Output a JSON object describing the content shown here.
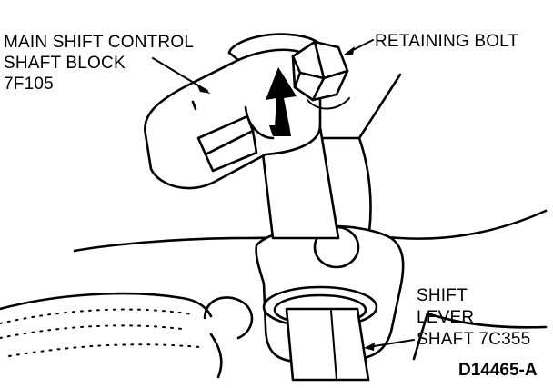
{
  "labels": {
    "block_line1": "MAIN SHIFT CONTROL",
    "block_line2": "SHAFT BLOCK",
    "block_line3": "7F105",
    "bolt": "RETAINING BOLT",
    "lever_line1": "SHIFT",
    "lever_line2": "LEVER",
    "lever_line3": "SHAFT 7C355",
    "figure_id": "D14465-A"
  }
}
